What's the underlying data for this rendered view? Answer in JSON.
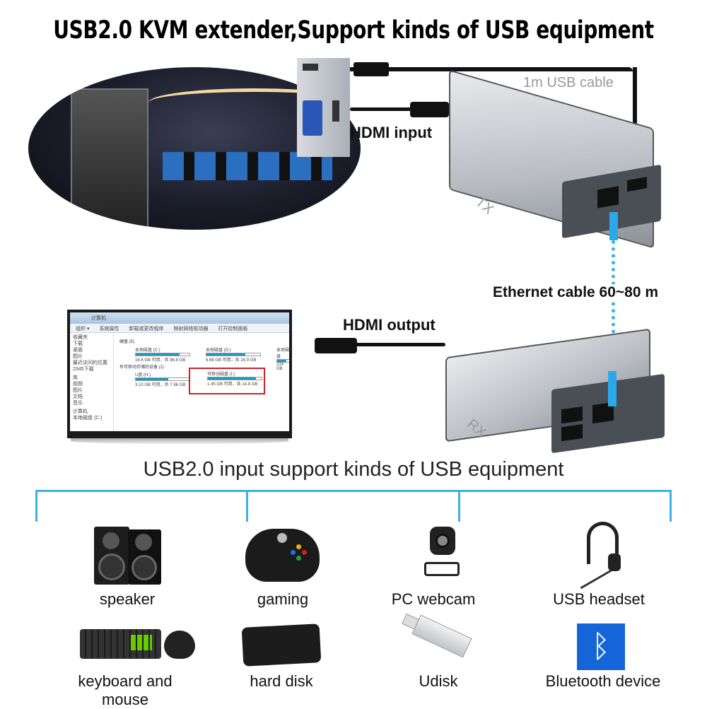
{
  "title": "USB2.0 KVM extender,Support kinds of USB equipment",
  "labels": {
    "usb_cable": "1m USB cable",
    "hdmi_input": "HDMI input",
    "tx": "TX",
    "ethernet": "Ethernet cable 60~80 m",
    "hdmi_output": "HDMI output",
    "rx": "RX",
    "usb_support": "USB2.0 input support kinds of USB equipment"
  },
  "screen": {
    "address": "计算机",
    "toolbar": [
      "组织 ▾",
      "系统属性",
      "卸载或更改程序",
      "映射网络驱动器",
      "打开控制面板"
    ],
    "sidebar": [
      "收藏夹",
      "下载",
      "桌面",
      "图片",
      "最近访问的位置",
      "2345下载",
      "库",
      "视频",
      "图片",
      "文档",
      "音乐",
      "计算机",
      "本地磁盘 (C:)"
    ],
    "hard_disks_header": "硬盘 (5)",
    "removable_header": "有可移动存储的设备 (2)",
    "drives": [
      {
        "name": "本地磁盘 (C:)",
        "info": "16.6 GB 可用，共 86.8 GB",
        "fill": 81
      },
      {
        "name": "本地磁盘 (D:)",
        "info": "6.68 GB 可用，共 24.9 GB",
        "fill": 73
      },
      {
        "name": "本地磁盘",
        "info": "224 GB",
        "fill": 70
      },
      {
        "name": "U盘 (H:)",
        "info": "3.10 GB 可用，共 7.86 GB",
        "fill": 61
      },
      {
        "name": "可移动磁盘 (I:)",
        "info": "1.45 GB 可用，共 14.8 GB",
        "fill": 90
      }
    ]
  },
  "devices": [
    {
      "label": "speaker",
      "icon": "speaker-icon"
    },
    {
      "label": "gaming",
      "icon": "gamepad-icon"
    },
    {
      "label": "PC webcam",
      "icon": "webcam-icon"
    },
    {
      "label": "USB headset",
      "icon": "headset-icon"
    },
    {
      "label": "keyboard and mouse",
      "icon": "keyboard-mouse-icon"
    },
    {
      "label": "hard disk",
      "icon": "hard-disk-icon"
    },
    {
      "label": "Udisk",
      "icon": "usb-drive-icon"
    },
    {
      "label": "Bluetooth device",
      "icon": "bluetooth-icon"
    }
  ],
  "colors": {
    "accent": "#3cb1e6",
    "bluetooth": "#1565d8",
    "highlight": "#d0202a"
  }
}
